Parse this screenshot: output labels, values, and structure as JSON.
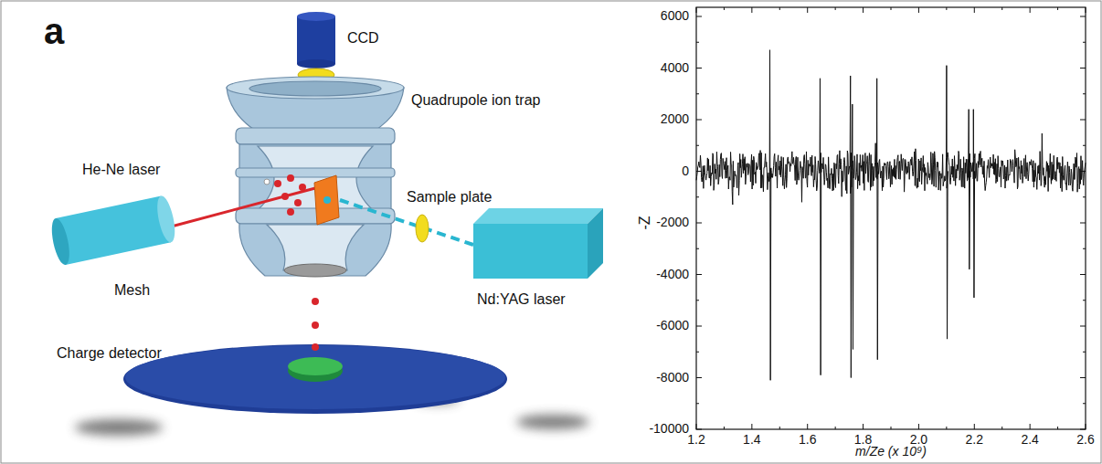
{
  "diagram": {
    "labels": [
      "a",
      "CCD",
      "Quadrupole ion trap",
      "He-Ne laser",
      "Sample plate",
      "Nd:YAG laser",
      "Mesh",
      "Charge detector",
      "6000",
      "4000",
      "2000",
      "0",
      "-2000",
      "-4000",
      "-6000",
      "-8000",
      "-10000",
      "-Z",
      "1.2",
      "1.4",
      "1.6",
      "1.8",
      "2.0",
      "2.2",
      "2.4",
      "2.6",
      "m/Ze (x 10⁹)"
    ]
  }
}
